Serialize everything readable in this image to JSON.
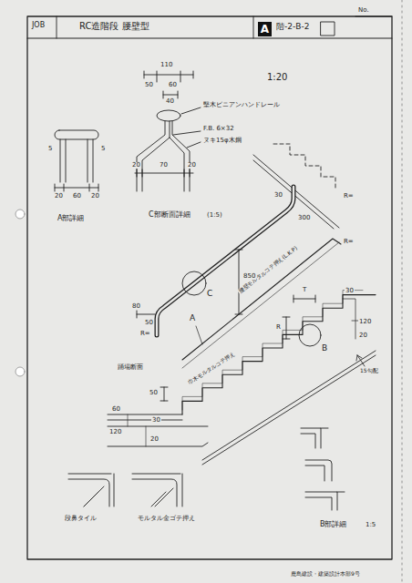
{
  "diagram": {
    "title": "RC造階段 腰壁型",
    "nodes": [
      {
        "text": [
          "A"
        ]
      }
    ],
    "labels": [
      "JOB",
      "No.",
      "階-2-B-2",
      "1:20",
      "110",
      "50",
      "60",
      "40",
      "堅木ビニアンハンドレール",
      "F.B. 6×32",
      "ヌキ15φ木鋼",
      "20",
      "70",
      "20",
      "C部断面詳細",
      "(1:5)",
      "5",
      "5",
      "20",
      "60",
      "20",
      "A部詳細",
      "30",
      "300",
      "R=",
      "R=",
      "腰壁モルタルコテ押え(L.K.P)",
      "C",
      "80",
      "50",
      "R=",
      "850",
      "A",
      "巾木モルタルコテ押え",
      "踊場断面",
      "50",
      "T",
      "R",
      "30",
      "120",
      "20",
      "B",
      "15勾配",
      "60",
      "120",
      "30",
      "20",
      "段鼻タイル",
      "モルタル金ゴテ押え",
      "B部詳細",
      "1:5",
      "鹿島建設・建築設計本部9号"
    ]
  }
}
